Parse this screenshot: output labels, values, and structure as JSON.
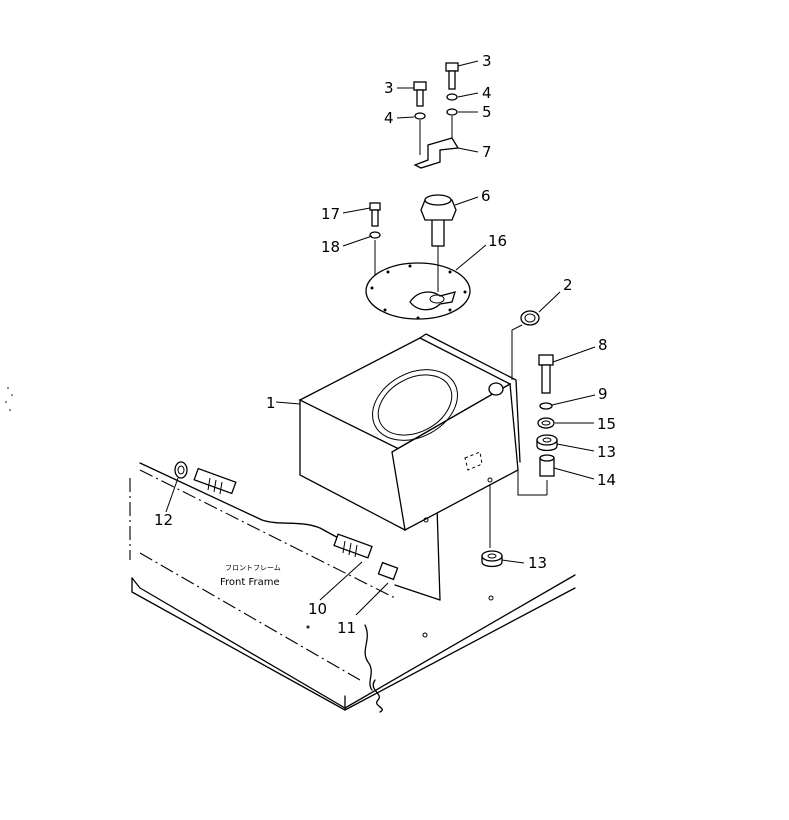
{
  "diagram": {
    "frame_label_jp": "フロントフレーム",
    "frame_label_en": "Front Frame",
    "callouts": {
      "c1": "1",
      "c2": "2",
      "c3a": "3",
      "c3b": "3",
      "c4a": "4",
      "c4b": "4",
      "c5": "5",
      "c6": "6",
      "c7": "7",
      "c8": "8",
      "c9": "9",
      "c10": "10",
      "c11": "11",
      "c12": "12",
      "c13a": "13",
      "c13b": "13",
      "c14": "14",
      "c15": "15",
      "c16": "16",
      "c17": "17",
      "c18": "18"
    }
  }
}
